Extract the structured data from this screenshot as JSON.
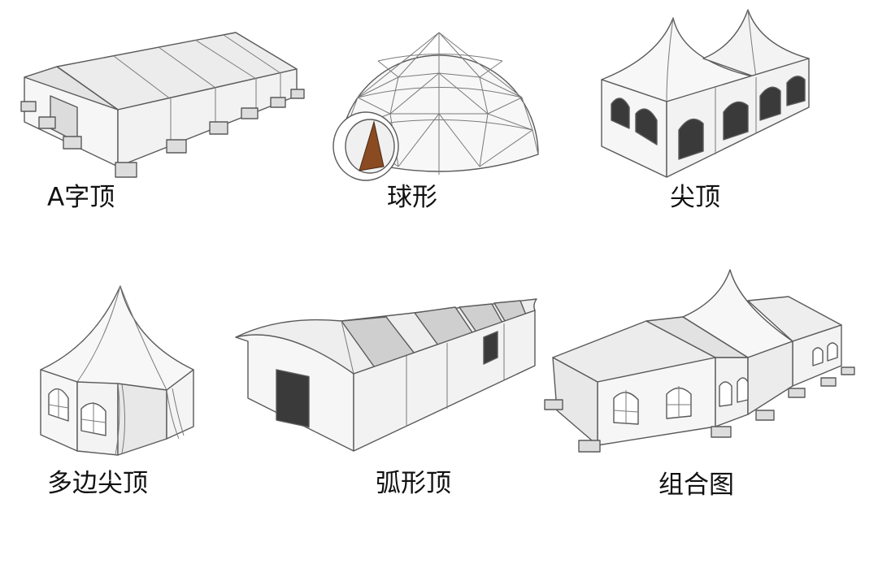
{
  "tents": [
    {
      "id": "a-frame",
      "label": "A字顶",
      "icon": "a-frame-tent-icon"
    },
    {
      "id": "dome",
      "label": "球形",
      "icon": "geodesic-dome-tent-icon"
    },
    {
      "id": "peak",
      "label": "尖顶",
      "icon": "double-peak-tent-icon"
    },
    {
      "id": "polygon-peak",
      "label": "多边尖顶",
      "icon": "polygon-peak-tent-icon"
    },
    {
      "id": "arched",
      "label": "弧形顶",
      "icon": "arched-roof-tent-icon"
    },
    {
      "id": "combined",
      "label": "组合图",
      "icon": "combination-tent-icon"
    }
  ],
  "colors": {
    "line": "#5a5a5a",
    "wall": "#f4f4f4",
    "shade": "#d2d2d2",
    "window": "#3a3a3a",
    "door_accent": "#8a4a22"
  }
}
